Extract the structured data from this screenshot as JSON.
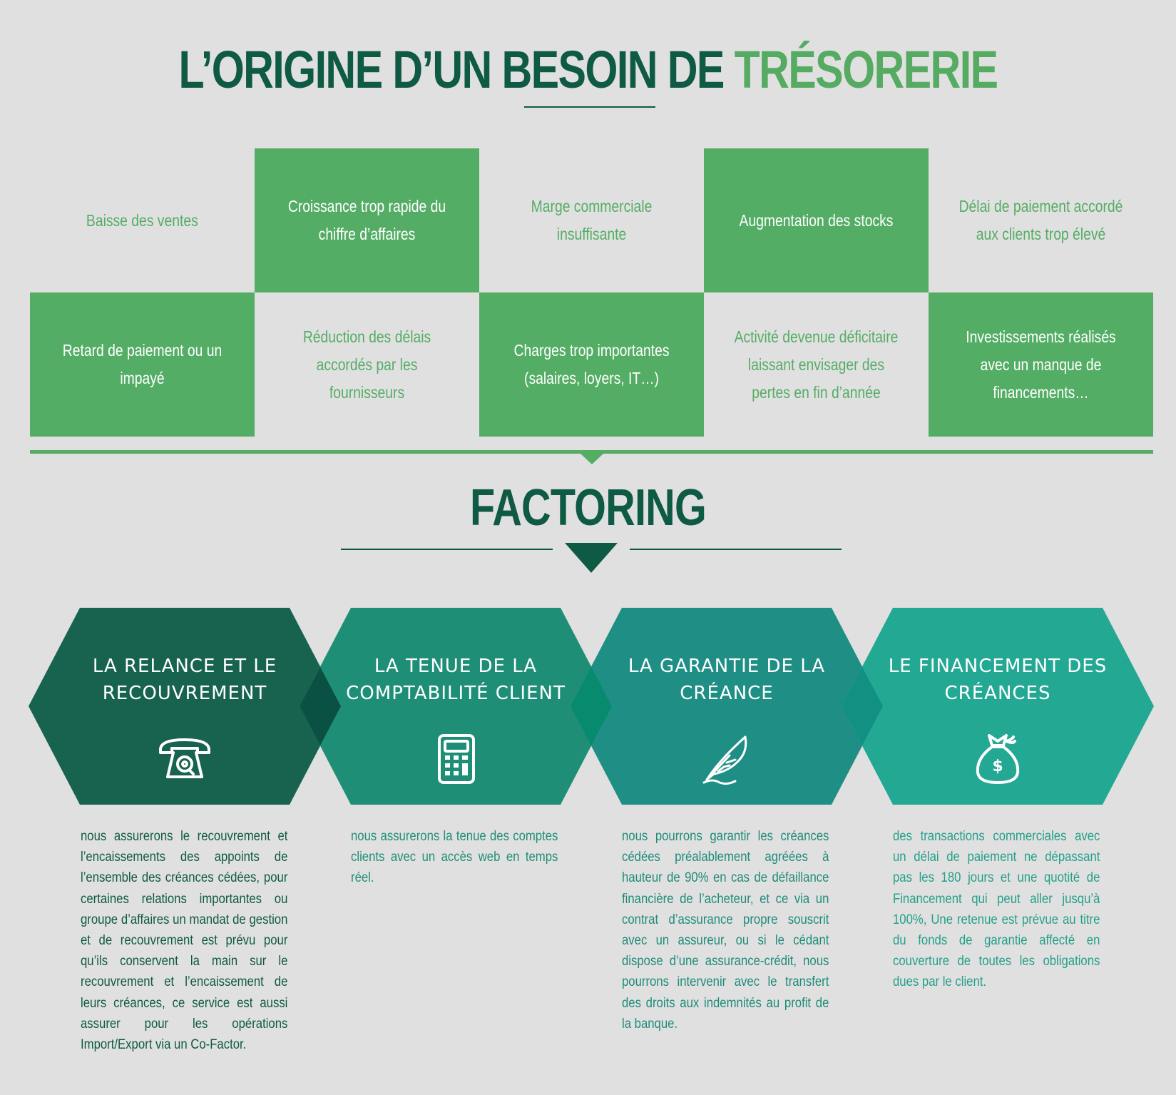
{
  "header": {
    "title_main": "L’ORIGINE D’UN BESOIN DE ",
    "title_accent": "TRÉSORERIE"
  },
  "causes": [
    {
      "text": "Baisse des ventes",
      "filled": false
    },
    {
      "text": "Croissance trop rapide du chiffre d’affaires",
      "filled": true
    },
    {
      "text": "Marge commerciale insuffisante",
      "filled": false
    },
    {
      "text": "Augmentation des stocks",
      "filled": true
    },
    {
      "text": "Délai de paiement accordé aux clients trop élevé",
      "filled": false
    },
    {
      "text": "Retard de paiement ou un impayé",
      "filled": true
    },
    {
      "text": "Réduction des délais accordés par les fournisseurs",
      "filled": false
    },
    {
      "text": "Charges trop importantes (salaires, loyers, IT…)",
      "filled": true
    },
    {
      "text": "Activité devenue déficitaire laissant envisager des pertes en fin d’année",
      "filled": false
    },
    {
      "text": "Investissements réalisés avec un manque de financements…",
      "filled": true
    }
  ],
  "factoring": {
    "title": "FACTORING"
  },
  "services": [
    {
      "title": "LA RELANCE ET LE RECOUVREMENT",
      "icon": "telephone-icon",
      "color": "#17634f",
      "description": "nous assurerons le recouvrement et l’encaissements des appoints de l’ensemble des créances cédées, pour certaines relations importantes ou groupe d’affaires un mandat de gestion et de recouvrement est prévu pour qu’ils conservent la main sur le recouvrement et l’encaissement de leurs créances, ce service est aussi assurer pour les opérations Import/Export via un Co-Factor."
    },
    {
      "title": "LA TENUE DE LA COMPTABILITÉ CLIENT",
      "icon": "calculator-icon",
      "color": "#1e8f76",
      "description": "nous assurerons la tenue des comptes clients avec un accès web en temps réel."
    },
    {
      "title": "LA GARANTIE DE LA CRÉANCE",
      "icon": "quill-pen-icon",
      "color": "#1f8f85",
      "description": "nous pourrons garantir les créances cédées préalablement agréées à hauteur de 90% en cas de défaillance financière de l’acheteur, et ce via un contrat d’assurance propre souscrit avec un assureur, ou si le cédant dispose d’une assurance-crédit, nous pourrons intervenir avec le transfert des droits aux indemnités au profit de la banque."
    },
    {
      "title": "LE FINANCEMENT DES CRÉANCES",
      "icon": "money-bag-icon",
      "color": "#23a894",
      "description": "des transactions commerciales avec un délai de paiement ne dépassant pas les 180 jours et une quotité de Financement qui peut aller jusqu’à 100%, Une retenue est prévue au titre du fonds de garantie affecté en couverture de toutes les obligations dues par le client."
    }
  ],
  "colors": {
    "dark_green": "#0e5a44",
    "green": "#54ad65",
    "background": "#e1e0e0",
    "overlap": "#078a6e"
  }
}
